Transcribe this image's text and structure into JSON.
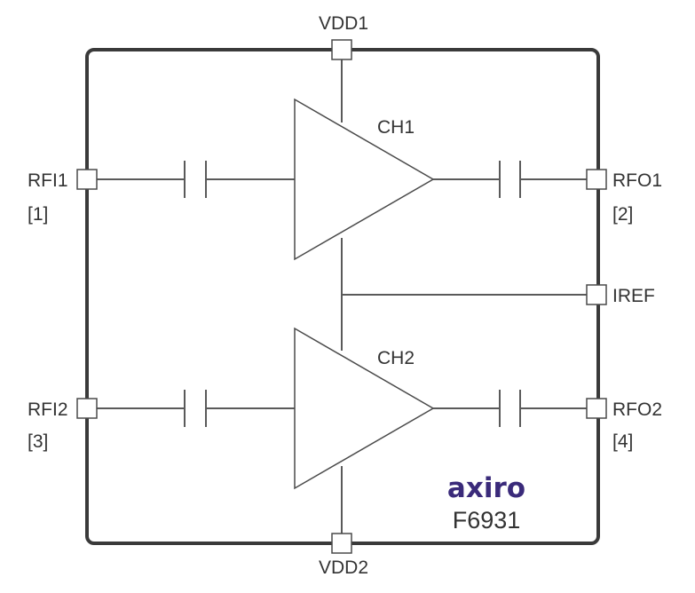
{
  "pins": {
    "vdd1": "VDD1",
    "vdd2": "VDD2",
    "rfi1": "RFI1",
    "rfi1_num": "[1]",
    "rfo1": "RFO1",
    "rfo1_num": "[2]",
    "rfi2": "RFI2",
    "rfi2_num": "[3]",
    "rfo2": "RFO2",
    "rfo2_num": "[4]",
    "iref": "IREF"
  },
  "channels": {
    "ch1": "CH1",
    "ch2": "CH2"
  },
  "branding": {
    "logo": "axiro",
    "part_number": "F6931",
    "logo_color": "#3a2a7a"
  }
}
